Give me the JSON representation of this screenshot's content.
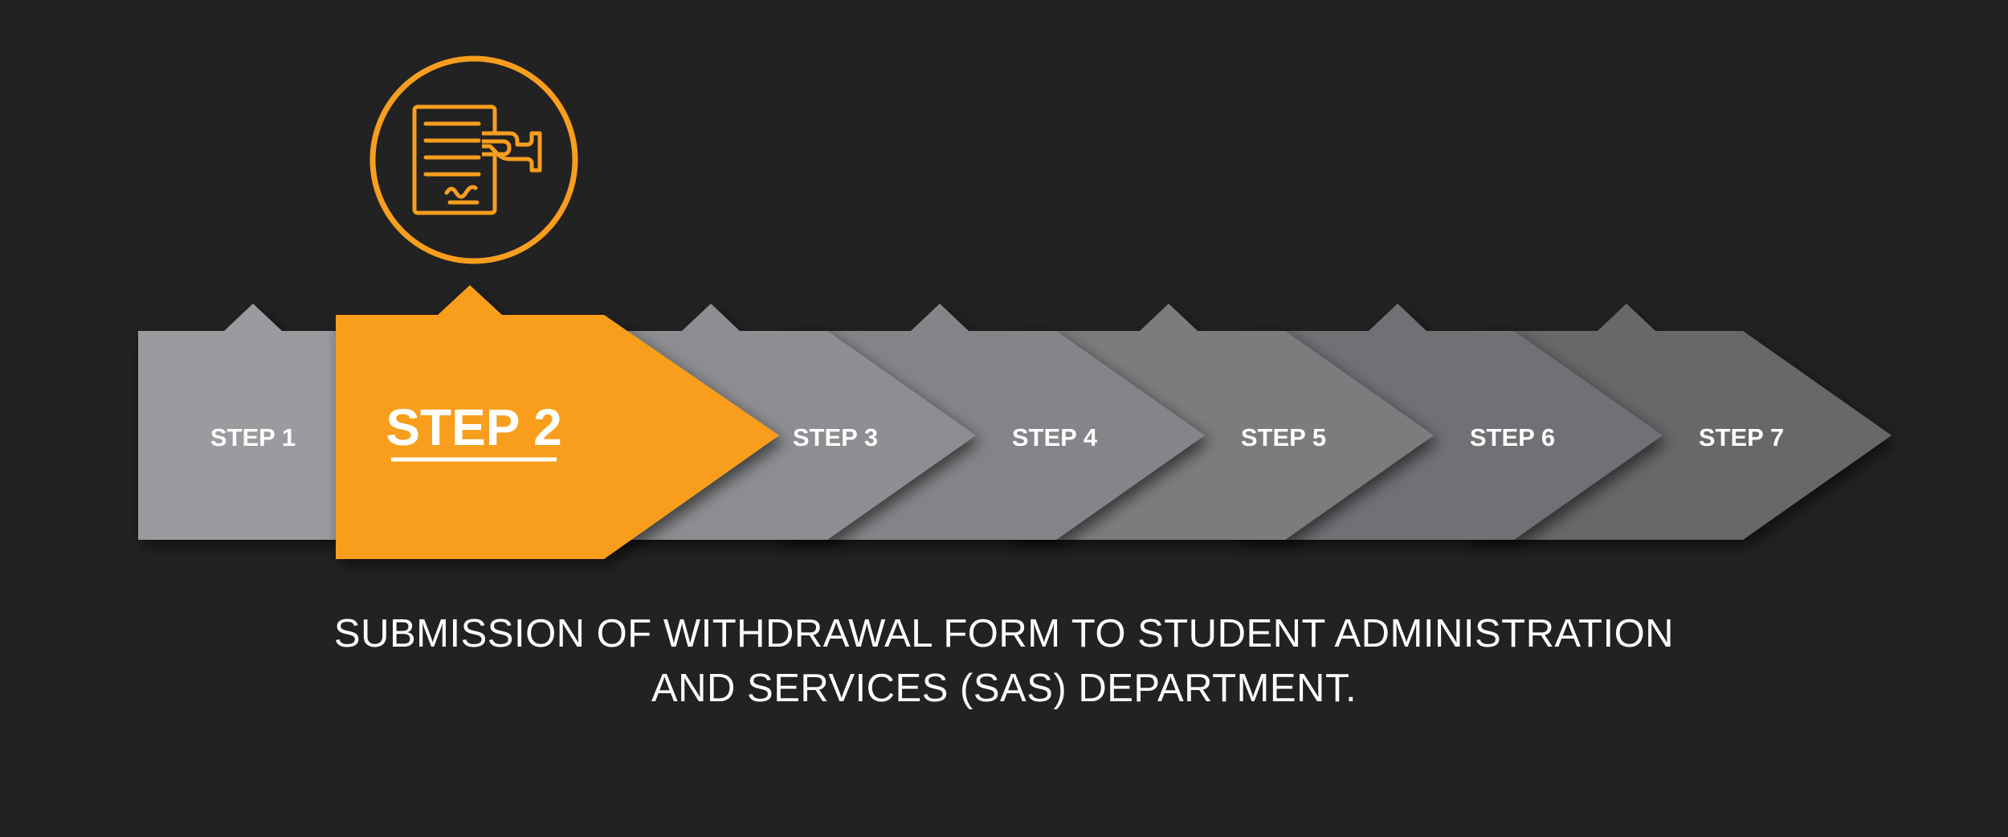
{
  "colors": {
    "background": "#222222",
    "active": "#F89E1E",
    "inactive": [
      "#9A9B9E",
      "#F89E1E",
      "#8D8E91",
      "#848588",
      "#7A7B7E",
      "#707174",
      "#66676A"
    ],
    "text": "#FFFFFF"
  },
  "active_step": 2,
  "active_icon": "signed-document-handover-icon",
  "steps": [
    {
      "label": "STEP 1"
    },
    {
      "label": "STEP 2"
    },
    {
      "label": "STEP 3"
    },
    {
      "label": "STEP 4"
    },
    {
      "label": "STEP 5"
    },
    {
      "label": "STEP 6"
    },
    {
      "label": "STEP 7"
    }
  ],
  "description": {
    "line1": "SUBMISSION OF WITHDRAWAL FORM TO STUDENT ADMINISTRATION",
    "line2": "AND SERVICES (SAS) DEPARTMENT."
  }
}
